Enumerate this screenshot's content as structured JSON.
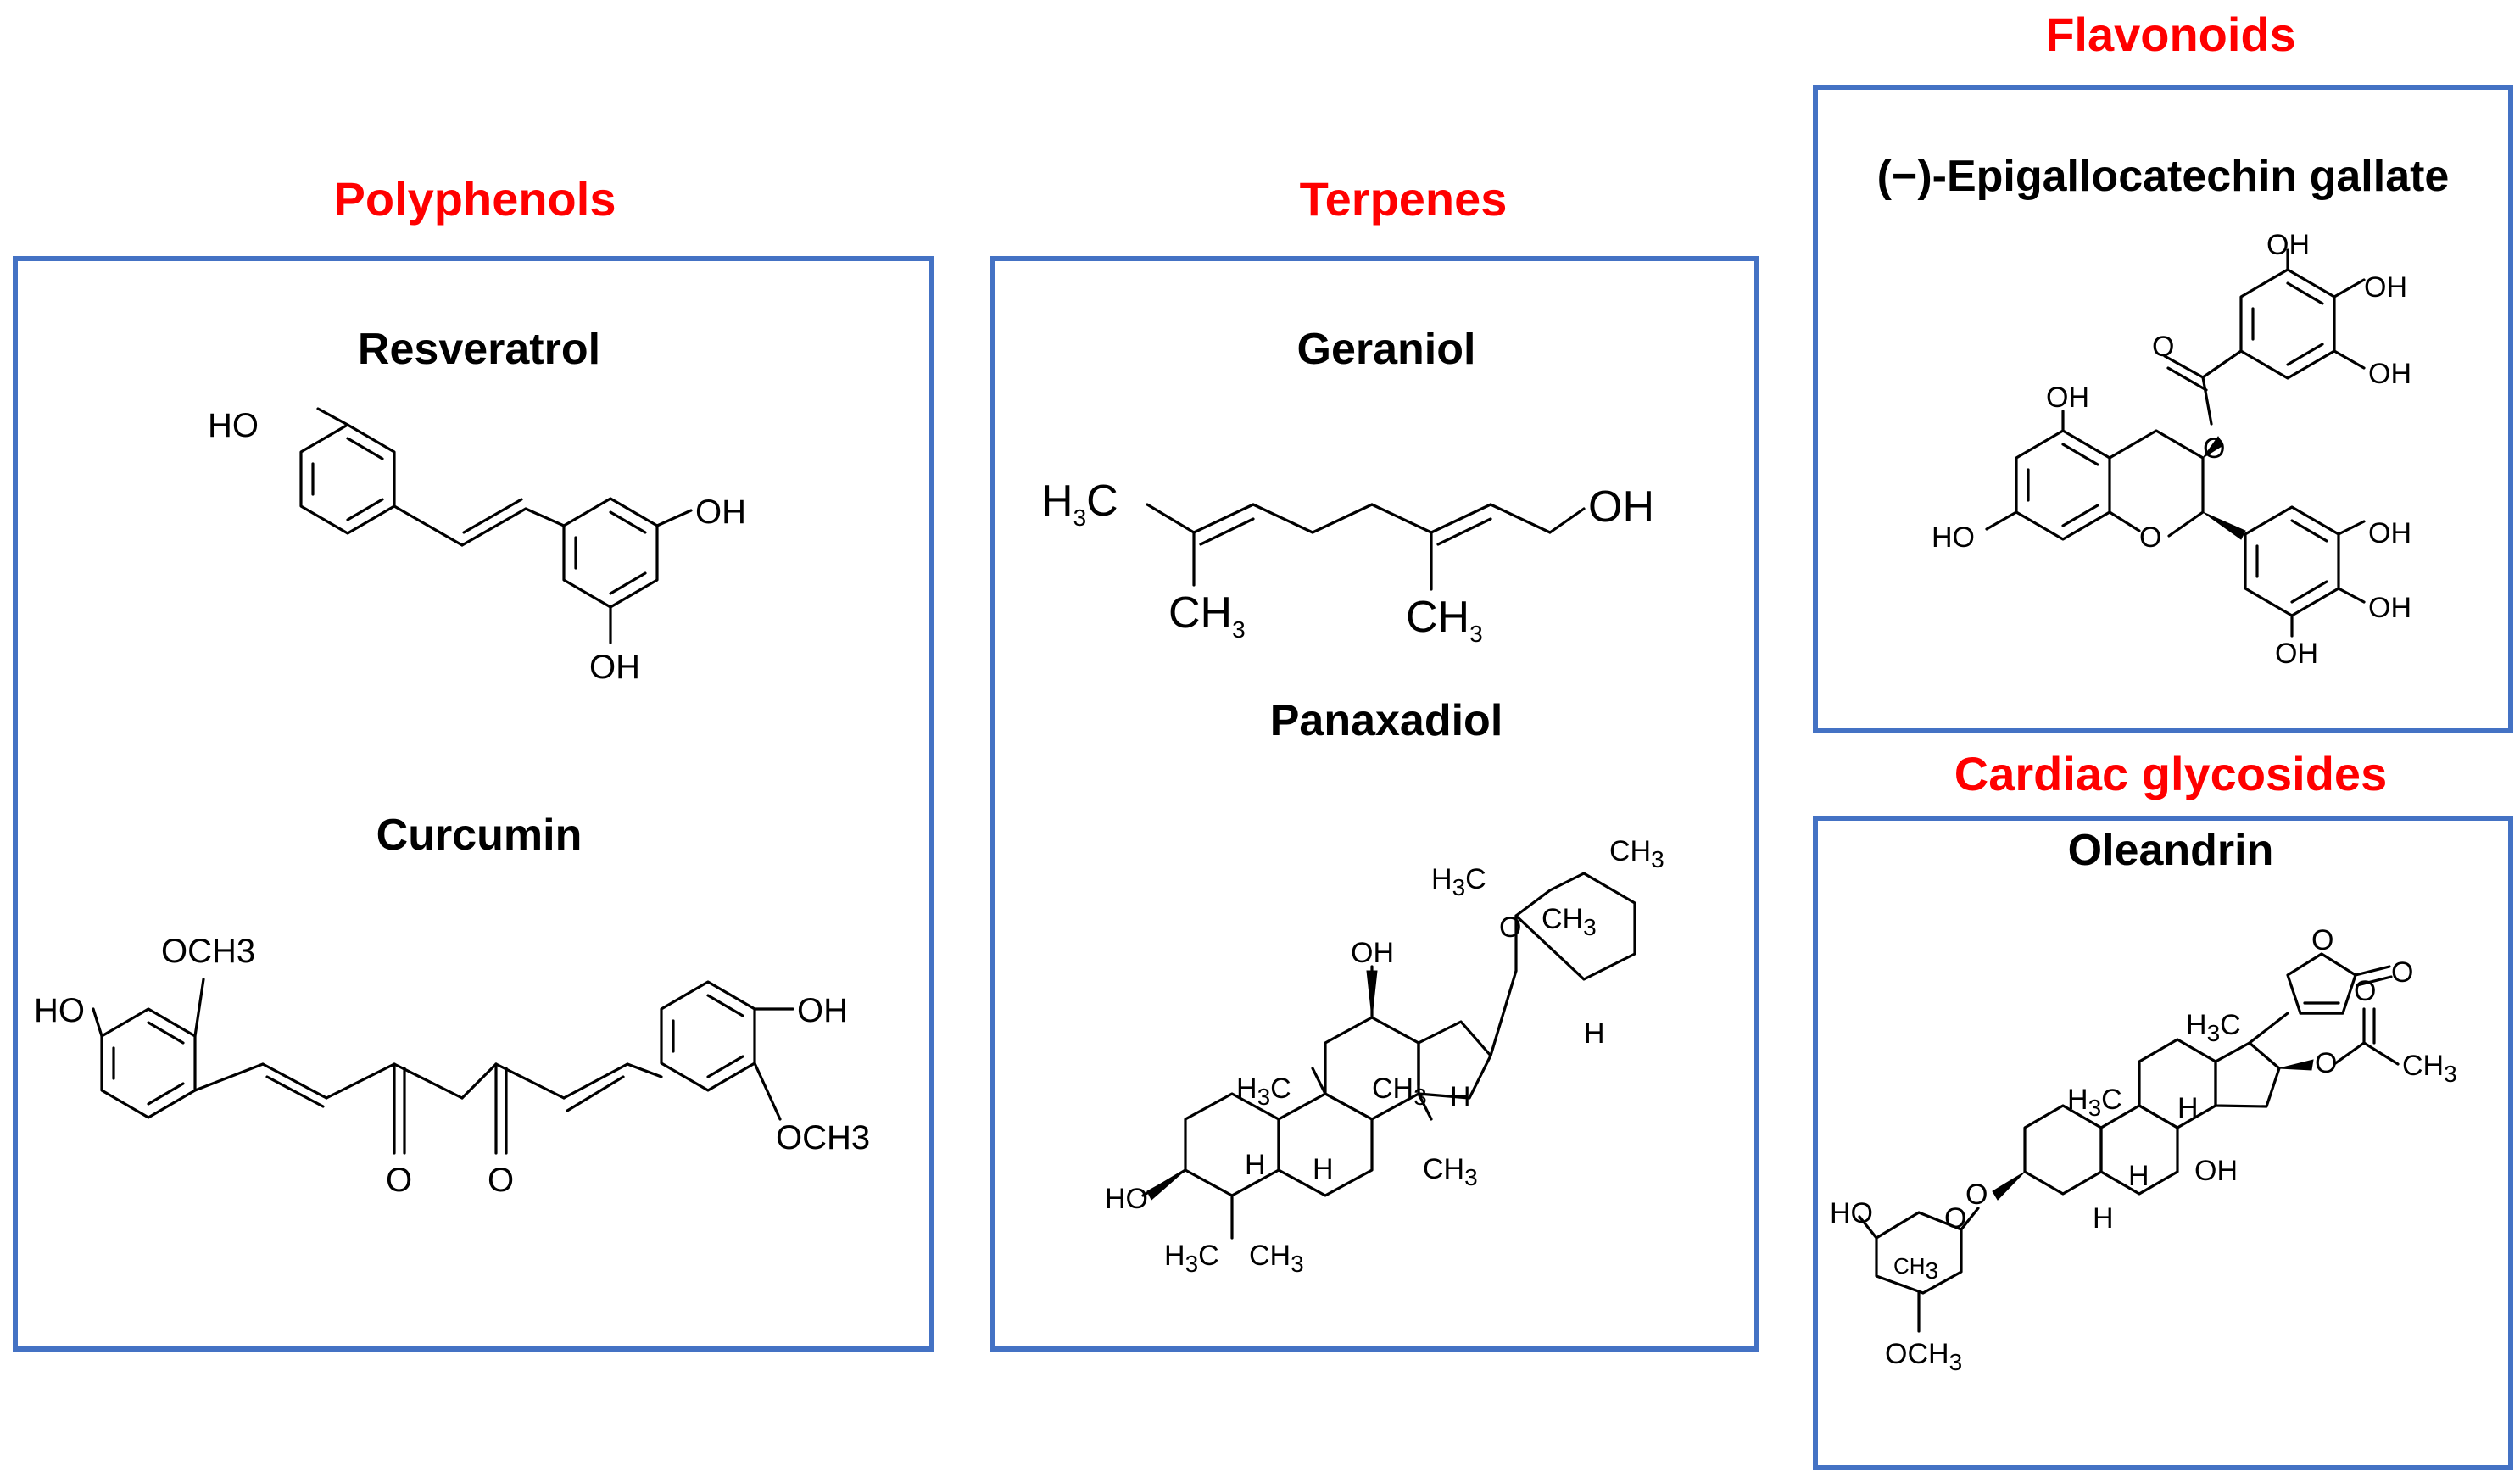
{
  "categories": {
    "polyphenols": {
      "title": "Polyphenols",
      "compounds": [
        {
          "name": "Resveratrol",
          "labels": [
            "HO",
            "OH",
            "OH"
          ]
        },
        {
          "name": "Curcumin",
          "labels": [
            "OCH3",
            "HO",
            "OH",
            "OCH3",
            "O",
            "O"
          ]
        }
      ]
    },
    "terpenes": {
      "title": "Terpenes",
      "compounds": [
        {
          "name": "Geraniol",
          "labels": [
            "H3C",
            "OH",
            "CH3",
            "CH3"
          ]
        },
        {
          "name": "Panaxadiol",
          "labels": [
            "CH3",
            "H3C",
            "O",
            "CH3",
            "OH",
            "H",
            "H3C",
            "CH3",
            "H",
            "H",
            "H",
            "CH3",
            "HO",
            "H3C",
            "CH3"
          ]
        }
      ]
    },
    "flavonoids": {
      "title": "Flavonoids",
      "compounds": [
        {
          "name": "(−)-Epigallocatechin gallate",
          "labels": [
            "OH",
            "OH",
            "O",
            "OH",
            "OH",
            "O",
            "OH",
            "HO",
            "O",
            "OH",
            "OH"
          ]
        }
      ]
    },
    "cardiac_glycosides": {
      "title": "Cardiac glycosides",
      "compounds": [
        {
          "name": "Oleandrin",
          "labels": [
            "O",
            "O",
            "H3C",
            "O",
            "CH3",
            "H3C",
            "H",
            "O",
            "H",
            "OH",
            "H",
            "HO",
            "O",
            "CH3",
            "OCH3",
            "O"
          ]
        }
      ]
    }
  },
  "colors": {
    "category_title": "#ff0000",
    "panel_border": "#4472c4",
    "text": "#000000"
  }
}
